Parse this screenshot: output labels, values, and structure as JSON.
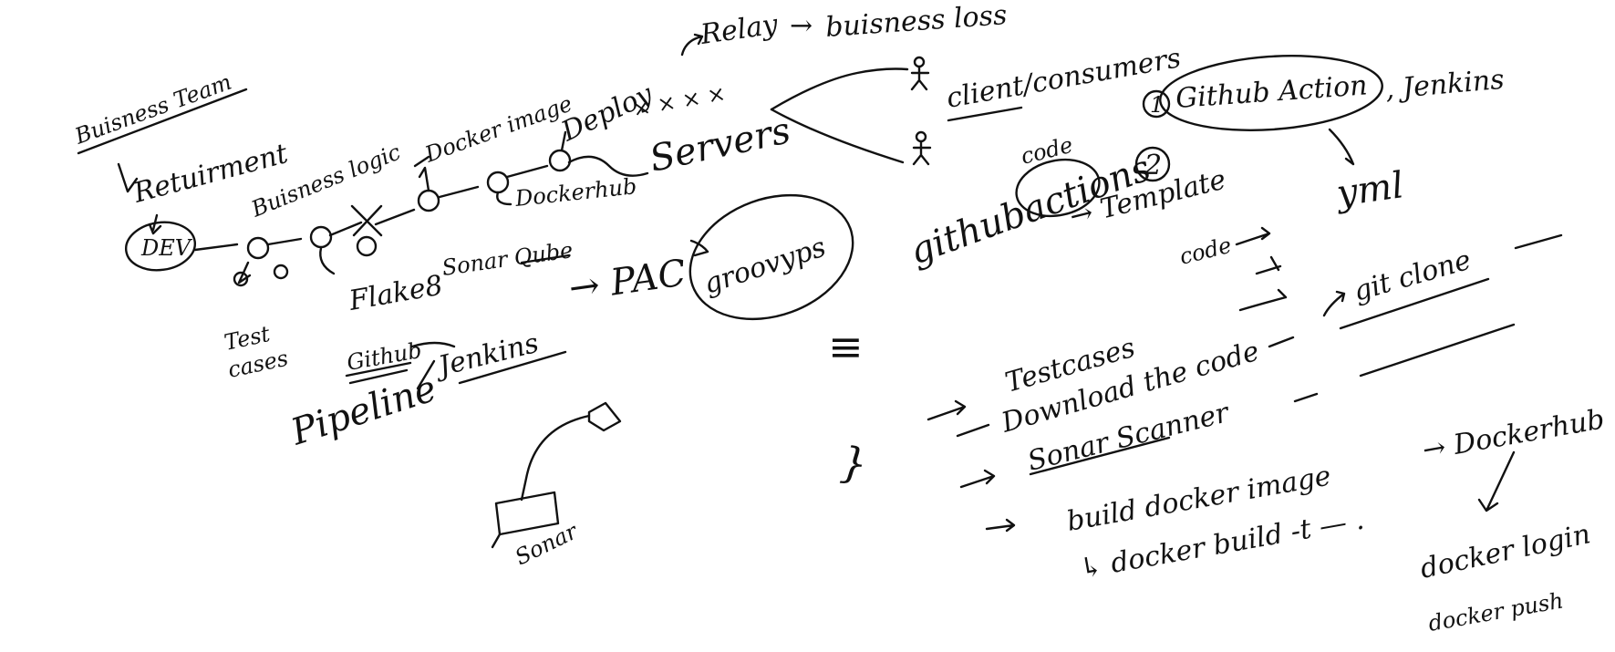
{
  "labels": {
    "business_team": "Buisness Team",
    "requirement": "Retuirment",
    "business_logic": "Buisness logic",
    "docker_image": "Docker image",
    "deploy": "Deploy",
    "xmarks": "× × × ×",
    "relay": "Relay",
    "business_loss": "buisness loss",
    "servers": "Servers",
    "client_consumers": "client/consumers",
    "dev": "DEV",
    "flake8": "Flake8",
    "sonar_qube": "Sonar Qube",
    "dockerhub": "Dockerhub",
    "test_cases": "Test",
    "cases": "cases",
    "github_short": "Github",
    "jenkins": "Jenkins",
    "pac": "→ PAC",
    "groovy": "groovyps",
    "pipeline": "Pipeline",
    "sonar": "Sonar",
    "num1": "1",
    "num2": "2",
    "github_action": "Github Action",
    "jenkins2": ", Jenkins",
    "code1": "code",
    "yml": "yml",
    "github_actions": "githubactions",
    "template": "→ Template",
    "code2": "code",
    "git_clone": "git clone",
    "test_cases2": "Testcases",
    "download": "Download the code",
    "sonar_scanner": "Sonar Scanner",
    "build_image": "build docker image",
    "to_dockerhub": "→ Dockerhub",
    "docker_build": "↳ docker build -t — .",
    "docker_login": "docker login",
    "docker_push": "docker push",
    "sym_eq": "≡",
    "brace": "}",
    "arrow": "→"
  },
  "ink_color": "#111111"
}
